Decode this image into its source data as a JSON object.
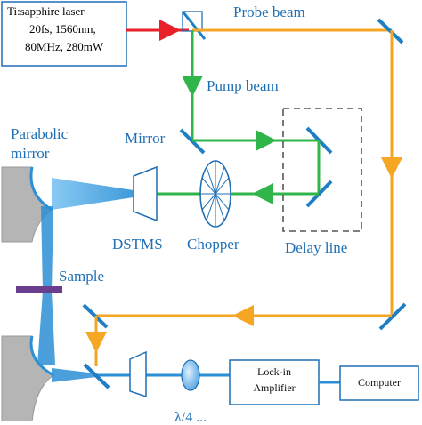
{
  "laser": {
    "name": "Ti:sapphire laser",
    "spec1": "20fs, 1560nm,",
    "spec2": "80MHz, 280mW"
  },
  "labels": {
    "probe_beam": "Probe beam",
    "pump_beam": "Pump beam",
    "mirror": "Mirror",
    "parabolic_mirror_line1": "Parabolic",
    "parabolic_mirror_line2": "mirror",
    "dstms": "DSTMS",
    "chopper": "Chopper",
    "delay_line": "Delay line",
    "sample": "Sample",
    "lock_in_line1": "Lock-in",
    "lock_in_line2": "Amplifier",
    "computer": "Computer",
    "partial_bottom": "λ/4 ..."
  },
  "colors": {
    "laser_red": "#e8202a",
    "probe_orange": "#f5a623",
    "pump_green": "#2fb54a",
    "thz_blue": "#2b8fd6",
    "mirror_blue": "#1f7fc4",
    "label_blue": "#1f6fb5",
    "box_border": "#1f6fb5",
    "parabolic_gray": "#b5b5b5",
    "sample_purple": "#6a3d8f"
  }
}
